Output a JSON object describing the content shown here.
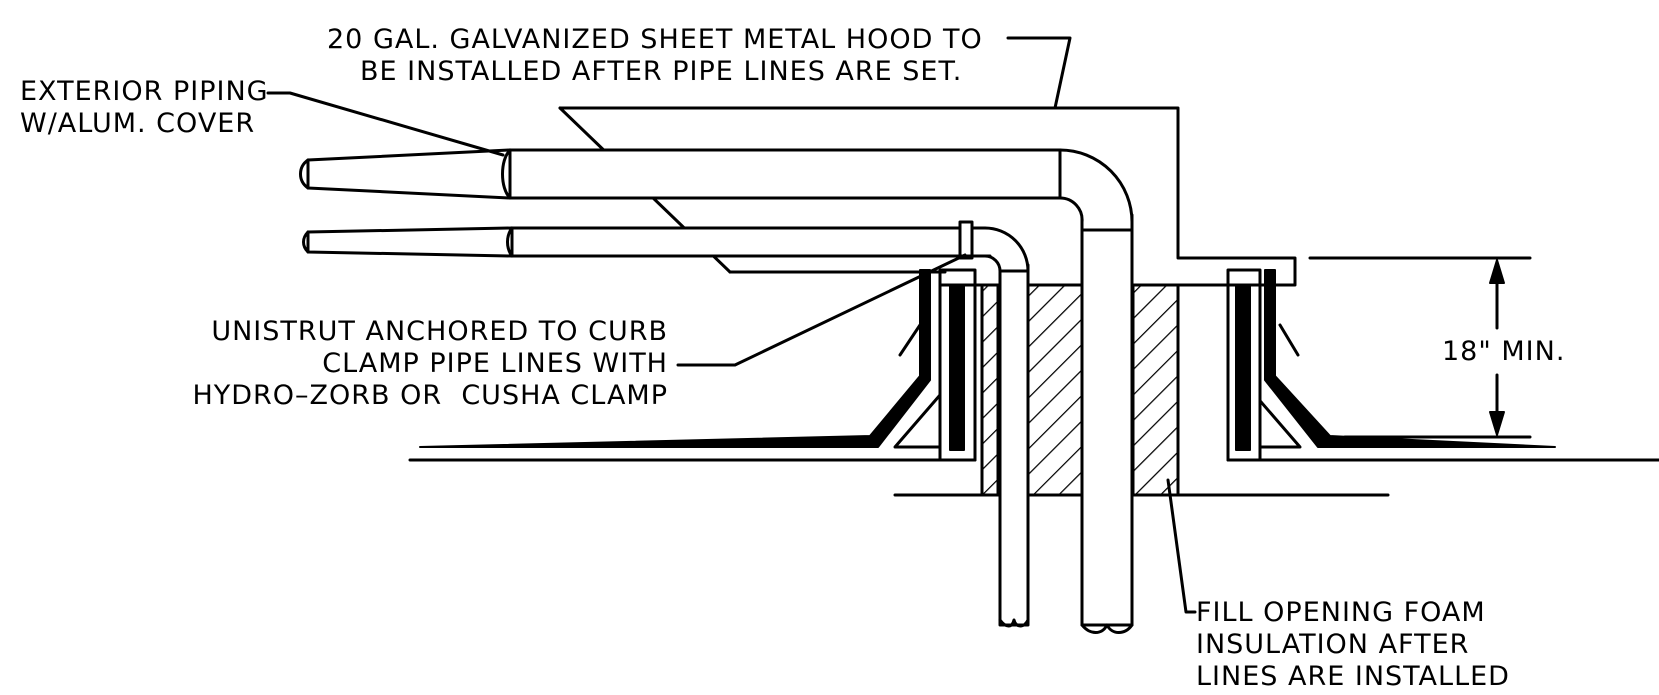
{
  "labels": {
    "hood_line1": "20 GAL. GALVANIZED SHEET METAL HOOD TO",
    "hood_line2": "BE INSTALLED AFTER PIPE LINES ARE SET.",
    "piping_line1": "EXTERIOR PIPING",
    "piping_line2": "W/ALUM. COVER",
    "unistrut_line1": "UNISTRUT ANCHORED TO CURB",
    "unistrut_line2": "CLAMP PIPE LINES WITH",
    "unistrut_line3": "HYDRO–ZORB OR  CUSHA CLAMP",
    "dimension": "18\" MIN.",
    "foam_line1": "FILL OPENING FOAM",
    "foam_line2": "INSULATION AFTER",
    "foam_line3": "LINES ARE INSTALLED"
  },
  "colors": {
    "ink": "#000000",
    "paper": "#ffffff"
  }
}
